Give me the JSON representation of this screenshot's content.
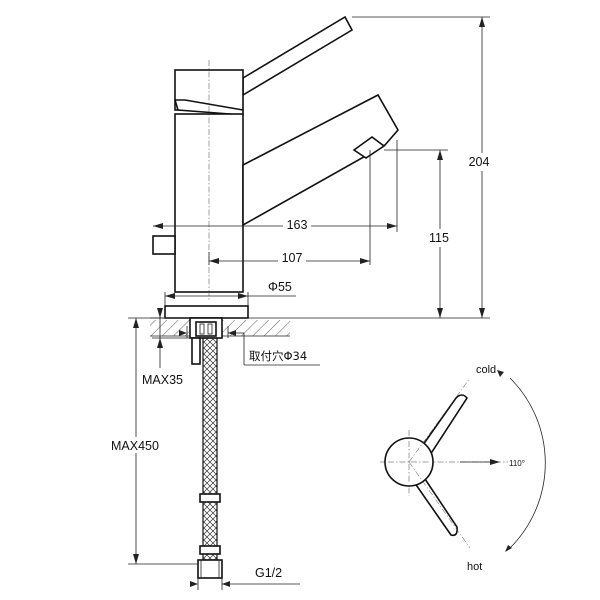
{
  "dimensions": {
    "height_total": "204",
    "spout_height": "115",
    "spout_reach": "163",
    "spout_offset": "107",
    "body_diameter": "Φ55",
    "mount_hole": "取付穴Φ34",
    "max_thickness": "MAX35",
    "hose_length": "MAX450",
    "thread": "G1/2"
  },
  "handle_view": {
    "cold_label": "cold",
    "hot_label": "hot",
    "angle_label": "110°"
  }
}
